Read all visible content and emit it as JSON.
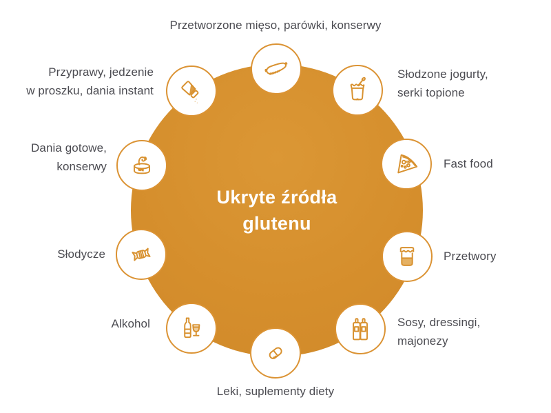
{
  "title": "Ukryte źródła\nglutenu",
  "items": [
    {
      "id": "processed-meat",
      "label": "Przetworzone mięso, parówki, konserwy",
      "icon": "sausage-icon"
    },
    {
      "id": "sweet-yogurts",
      "label": "Słodzone jogurty,\nserki topione",
      "icon": "yogurt-cup-icon"
    },
    {
      "id": "fast-food",
      "label": "Fast food",
      "icon": "pizza-slice-icon"
    },
    {
      "id": "preserves",
      "label": "Przetwory",
      "icon": "jam-jar-icon"
    },
    {
      "id": "sauces",
      "label": "Sosy, dressingi,\nmajonezy",
      "icon": "sauce-bottles-icon"
    },
    {
      "id": "medicines",
      "label": "Leki, suplementy diety",
      "icon": "pill-capsule-icon"
    },
    {
      "id": "alcohol",
      "label": "Alkohol",
      "icon": "wine-bottle-glass-icon"
    },
    {
      "id": "sweets",
      "label": "Słodycze",
      "icon": "candy-icon"
    },
    {
      "id": "ready-meals",
      "label": "Dania gotowe,\nkonserwy",
      "icon": "tin-can-icon"
    },
    {
      "id": "spices",
      "label": "Przyprawy, jedzenie\nw proszku, dania instant",
      "icon": "spice-shaker-icon"
    }
  ],
  "colors": {
    "accent_orange": "#D7912F",
    "circle_border": "#DB9334",
    "icon_stroke": "#D8912F",
    "label_text": "#4B4B51",
    "center_text": "#FFFFFF",
    "background": "#FFFFFF"
  }
}
